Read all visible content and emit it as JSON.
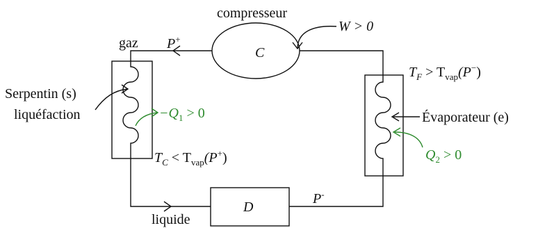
{
  "labels": {
    "compressor": "compresseur",
    "work": "W > 0",
    "compressor_letter": "C",
    "gas": "gaz",
    "p_plus_top": "P",
    "p_plus_sup": "+",
    "serpentin_line1": "Serpentin (s)",
    "serpentin_line2": "liquéfaction",
    "q1": "−Q",
    "q1_sub": "1",
    "q1_rest": " > 0",
    "tc": "T",
    "tc_sub": "C",
    "tc_mid": " < T",
    "tc_vap": "vap",
    "tc_paren": "(P",
    "tc_sup": "+",
    "tc_close": ")",
    "tf": "T",
    "tf_sub": "F",
    "tf_mid": " > T",
    "tf_vap": "vap",
    "tf_paren": "(P",
    "tf_sup": "−",
    "tf_close": ")",
    "evaporator": "Évaporateur (e)",
    "q2": "Q",
    "q2_sub": "2",
    "q2_rest": " > 0",
    "p_minus": "P",
    "p_minus_sup": "-",
    "detendeur_letter": "D",
    "liquid": "liquide"
  },
  "colors": {
    "line": "#111111",
    "heat": "#2e8b2e"
  }
}
